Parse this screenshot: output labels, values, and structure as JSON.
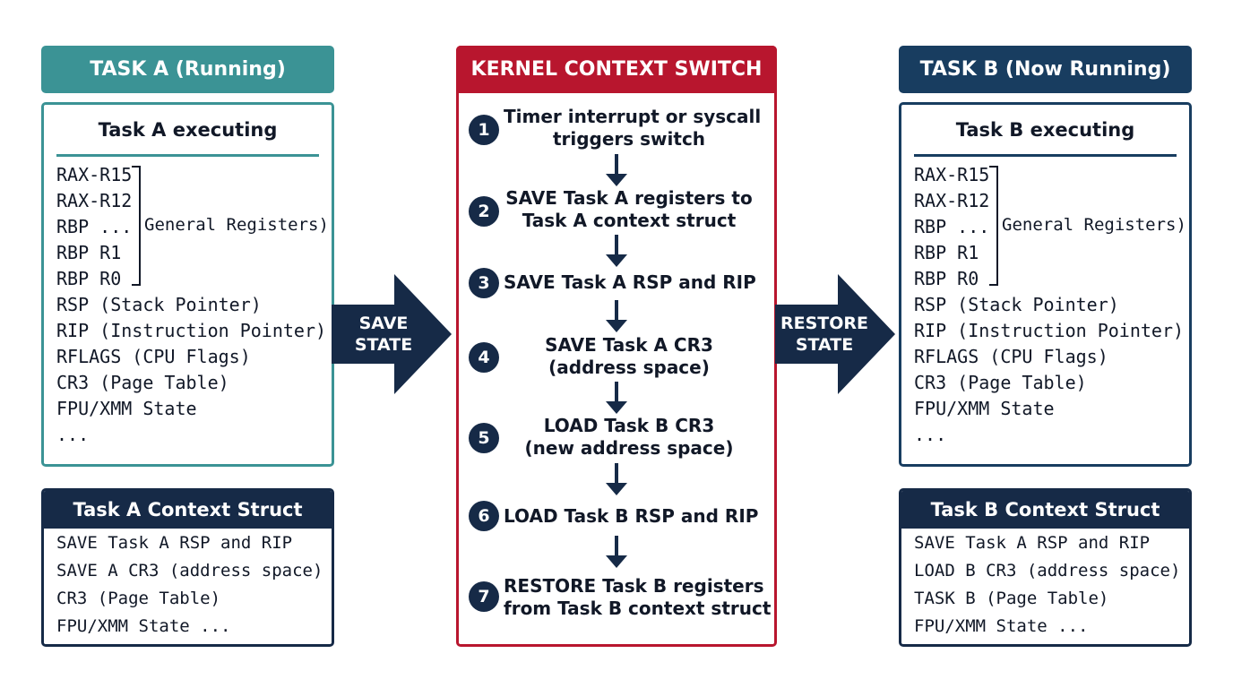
{
  "task_a": {
    "header": "TASK A (Running)",
    "title": "Task A executing",
    "registers": [
      "RAX-R15",
      "RAX-R12",
      "RBP ...",
      "RBP R1",
      "RBP R0",
      "RSP (Stack Pointer)",
      "RIP (Instruction Pointer)",
      "RFLAGS (CPU Flags)",
      "CR3 (Page Table)",
      "FPU/XMM State",
      "..."
    ],
    "general_label": "General Registers)",
    "context": {
      "title": "Task A Context Struct",
      "lines": [
        "SAVE Task A RSP and RIP",
        "SAVE A CR3 (address space)",
        "CR3 (Page Table)",
        "FPU/XMM State ..."
      ]
    }
  },
  "kernel": {
    "header": "KERNEL CONTEXT SWITCH",
    "steps": [
      {
        "num": "1",
        "lines": [
          "Timer interrupt or syscall",
          "triggers switch"
        ]
      },
      {
        "num": "2",
        "lines": [
          "SAVE Task A registers to",
          "Task A context struct"
        ]
      },
      {
        "num": "3",
        "lines": [
          "SAVE Task A RSP and RIP"
        ]
      },
      {
        "num": "4",
        "lines": [
          "SAVE Task A CR3",
          "(address space)"
        ]
      },
      {
        "num": "5",
        "lines": [
          "LOAD Task B CR3",
          "(new address space)"
        ]
      },
      {
        "num": "6",
        "lines": [
          "LOAD Task B RSP and RIP"
        ]
      },
      {
        "num": "7",
        "lines": [
          "RESTORE Task B registers",
          "from Task B context struct"
        ]
      }
    ]
  },
  "arrows": {
    "save": [
      "SAVE",
      "STATE"
    ],
    "restore": [
      "RESTORE",
      "STATE"
    ]
  },
  "task_b": {
    "header": "TASK B (Now Running)",
    "title": "Task B executing",
    "registers": [
      "RAX-R15",
      "RAX-R12",
      "RBP ...",
      "RBP R1",
      "RBP R0",
      "RSP (Stack Pointer)",
      "RIP (Instruction Pointer)",
      "RFLAGS (CPU Flags)",
      "CR3 (Page Table)",
      "FPU/XMM State",
      "..."
    ],
    "general_label": "General Registers)",
    "context": {
      "title": "Task B Context Struct",
      "lines": [
        "SAVE Task A RSP and RIP",
        "LOAD B CR3 (address space)",
        "TASK B (Page Table)",
        "FPU/XMM State ..."
      ]
    }
  },
  "colors": {
    "teal": "#3b9395",
    "red": "#b8162e",
    "navy": "#183d60",
    "dark_navy": "#162a47"
  }
}
